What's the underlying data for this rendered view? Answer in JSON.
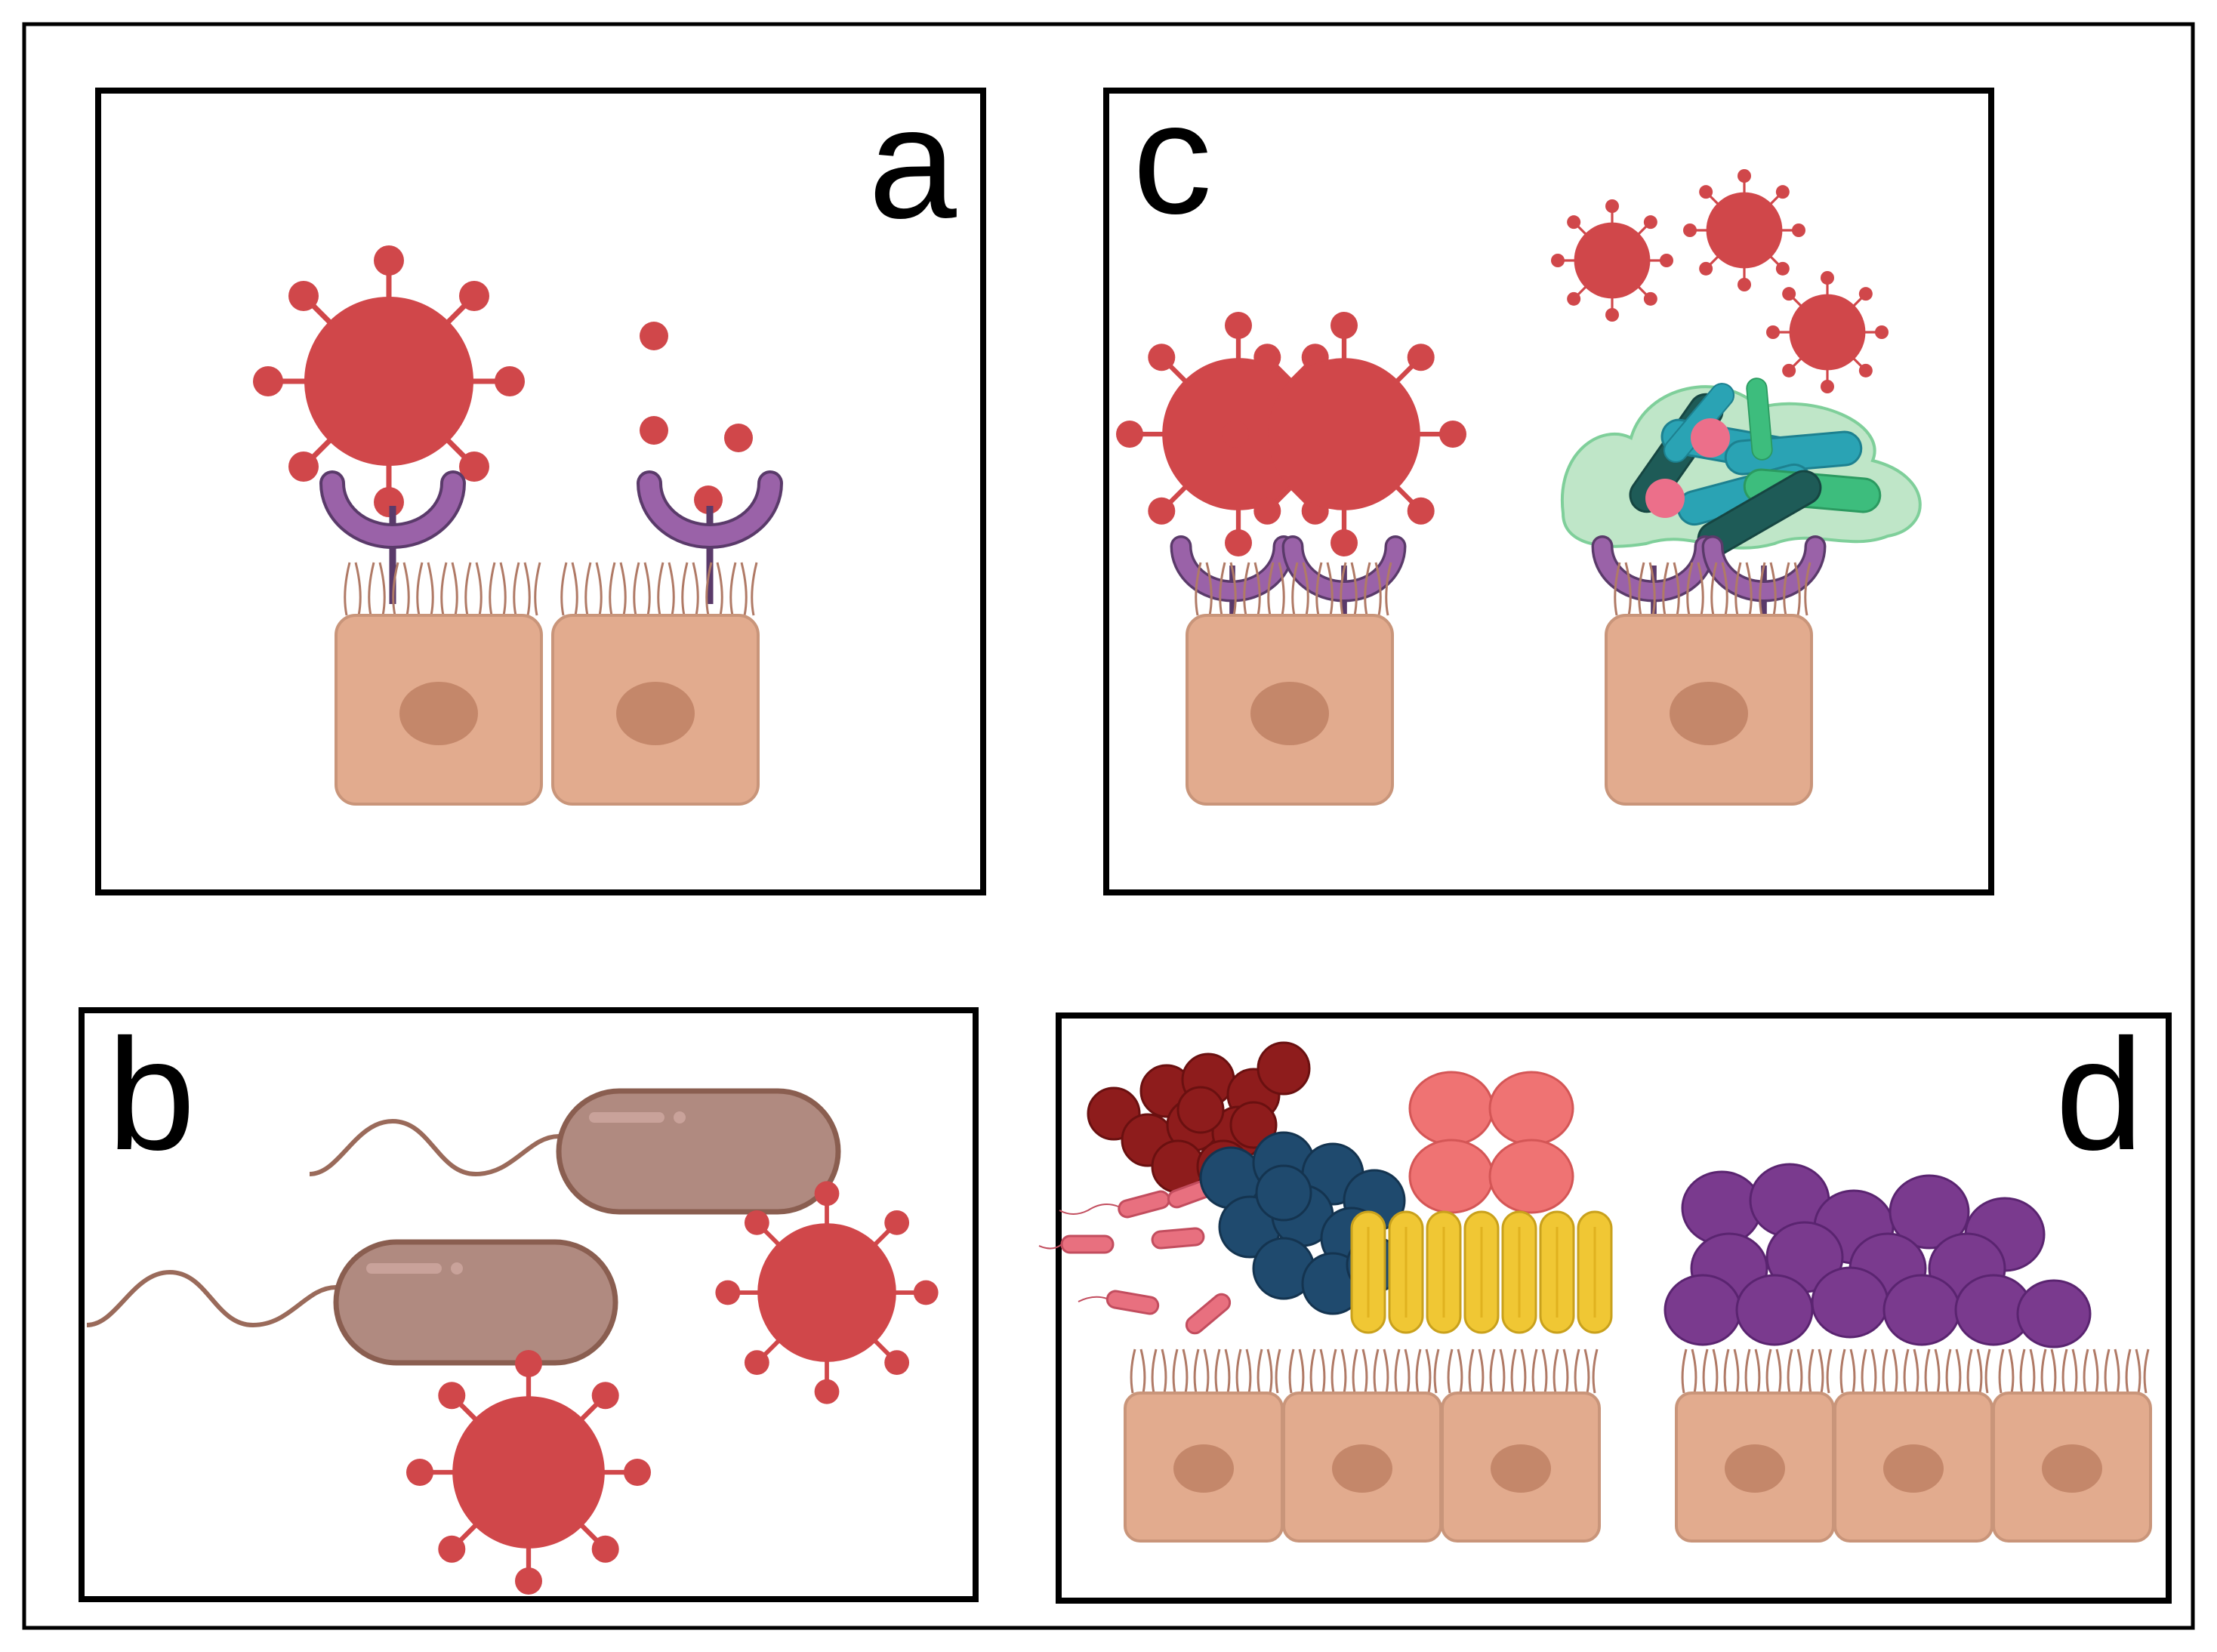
{
  "panels": {
    "a": {
      "label": "a"
    },
    "b": {
      "label": "b"
    },
    "c": {
      "label": "c"
    },
    "d": {
      "label": "d"
    }
  },
  "colors": {
    "virus": "#d0474a",
    "cell": "#e2ab8e",
    "cell_outline": "#c9957a",
    "nucleus": "#c4876a",
    "receptor": "#9a62a8",
    "bacterium": "#b08a80",
    "biofilm_matrix": "#7fcf9a",
    "cocci_dark_red": "#8e1c1c",
    "cocci_navy": "#1f4a6e",
    "cocci_salmon": "#ef7373",
    "rods_yellow": "#f0c734",
    "cocci_purple": "#7a3a8e",
    "small_rods_pink": "#e8707f"
  },
  "icons": [
    "virus-icon",
    "receptor-icon",
    "epithelial-cell-icon",
    "bacterium-icon",
    "biofilm-icon",
    "coccus-cluster-icon",
    "rod-bacteria-icon"
  ]
}
